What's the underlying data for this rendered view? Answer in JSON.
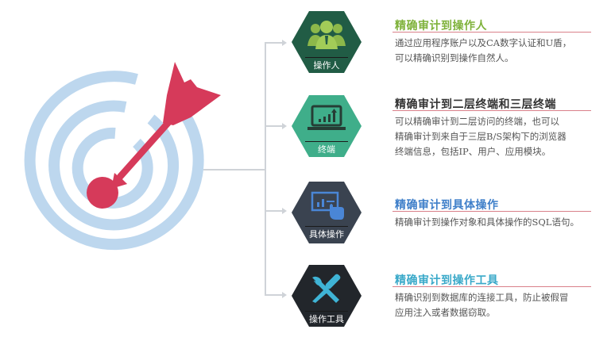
{
  "items": [
    {
      "icon_label": "操作人",
      "icon": "people-icon",
      "hex_color": "#215c45",
      "accent": "#8db84a",
      "title": "精确审计到操作人",
      "title_color": "#7fb23b",
      "desc_lines": [
        "通过应用程序账户以及CA数字认证和U盾，",
        "可以精确识别到操作自然人。"
      ]
    },
    {
      "icon_label": "终端",
      "icon": "laptop-chart-icon",
      "hex_color": "#3fae8a",
      "accent": "#263d35",
      "title": "精确审计到二层终端和三层终端",
      "title_color": "#333333",
      "desc_lines": [
        "可以精确审计到二层访问的终端，也可以",
        "精确审计到来自于三层B/S架构下的浏览器",
        "终端信息，包括IP、用户、应用模块。"
      ]
    },
    {
      "icon_label": "具体操作",
      "icon": "touch-screen-icon",
      "hex_color": "#3a4350",
      "accent": "#4a86d6",
      "title": "精确审计到具体操作",
      "title_color": "#3f7fc9",
      "desc_lines": [
        "精确审计到操作对象和具体操作的SQL语句。"
      ]
    },
    {
      "icon_label": "操作工具",
      "icon": "tools-icon",
      "hex_color": "#22262b",
      "accent": "#3fb4d6",
      "title": "精确审计到操作工具",
      "title_color": "#3aa9c9",
      "desc_lines": [
        "精确识别到数据库的连接工具，防止被假冒",
        "应用注入或者数据窃取。"
      ]
    }
  ],
  "colors": {
    "target_ring": "#bdd7ee",
    "dart": "#d63a5a",
    "connector": "#cfd3d8"
  }
}
